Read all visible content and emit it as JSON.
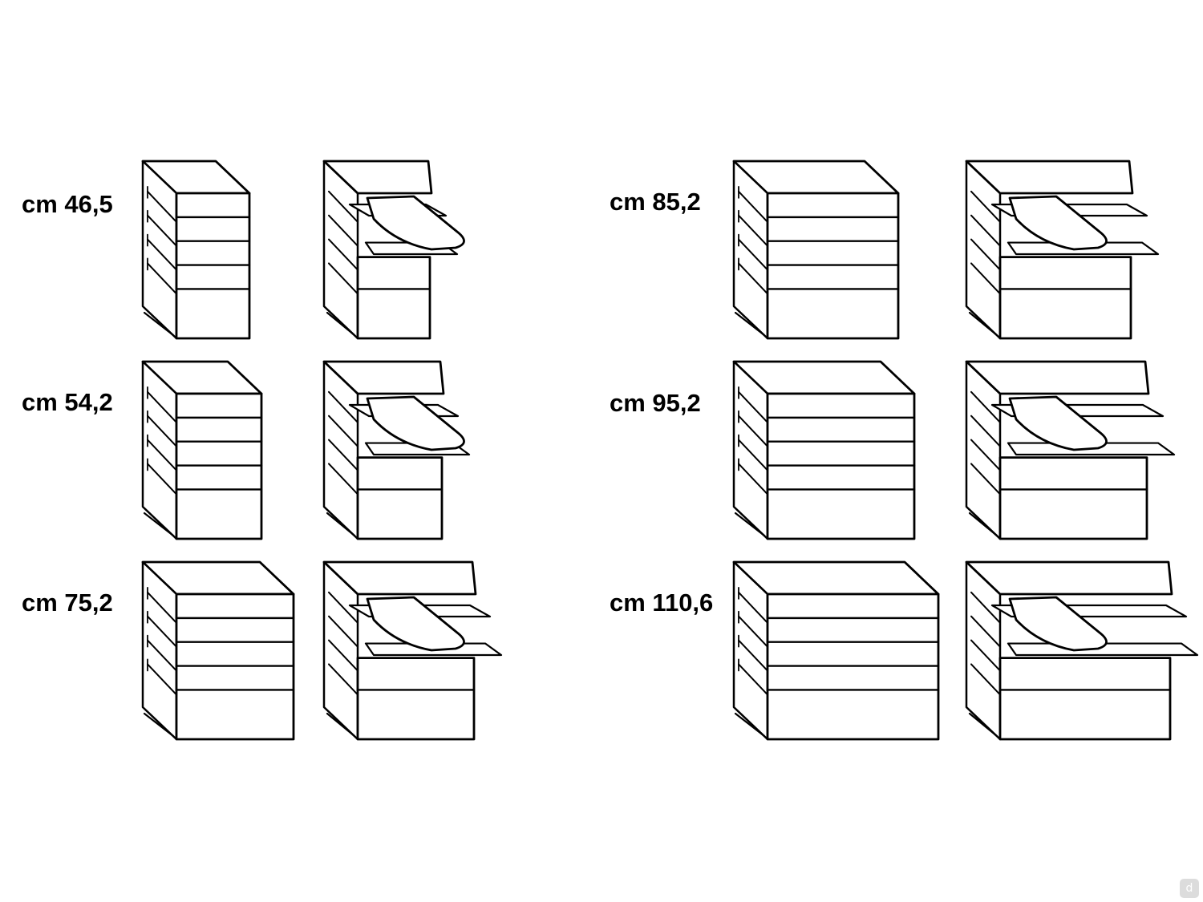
{
  "sizes": [
    {
      "label": "cm 46,5"
    },
    {
      "label": "cm 54,2"
    },
    {
      "label": "cm 75,2"
    },
    {
      "label": "cm 85,2"
    },
    {
      "label": "cm 95,2"
    },
    {
      "label": "cm 110,6"
    }
  ],
  "badge": {
    "icon": "d-logo-icon",
    "glyph": "d"
  },
  "colors": {
    "line": "#000000",
    "background": "#ffffff",
    "badge": "#dcdcdc"
  }
}
